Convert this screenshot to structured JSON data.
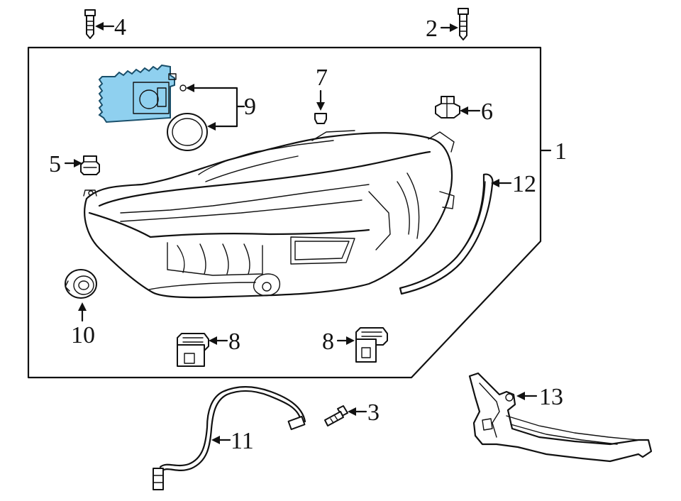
{
  "diagram": {
    "callouts": [
      {
        "id": "1",
        "label": "1"
      },
      {
        "id": "2",
        "label": "2"
      },
      {
        "id": "3",
        "label": "3"
      },
      {
        "id": "4",
        "label": "4"
      },
      {
        "id": "5",
        "label": "5"
      },
      {
        "id": "6",
        "label": "6"
      },
      {
        "id": "7",
        "label": "7"
      },
      {
        "id": "8a",
        "label": "8"
      },
      {
        "id": "8b",
        "label": "8"
      },
      {
        "id": "9",
        "label": "9"
      },
      {
        "id": "10",
        "label": "10"
      },
      {
        "id": "11",
        "label": "11"
      },
      {
        "id": "12",
        "label": "12"
      },
      {
        "id": "13",
        "label": "13"
      }
    ],
    "colors": {
      "highlight": "#8fd0ef",
      "line": "#111111"
    }
  }
}
